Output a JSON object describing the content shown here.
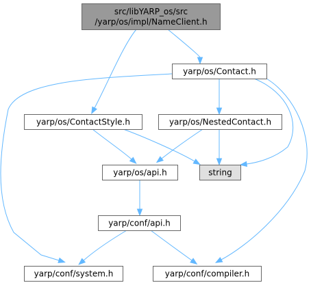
{
  "nodes": [
    {
      "id": "root",
      "lines": [
        "src/libYARP_os/src",
        "/yarp/os/impl/NameClient.h"
      ],
      "role": "focus"
    },
    {
      "id": "contact",
      "lines": [
        "yarp/os/Contact.h"
      ],
      "role": "normal"
    },
    {
      "id": "contactstyle",
      "lines": [
        "yarp/os/ContactStyle.h"
      ],
      "role": "normal"
    },
    {
      "id": "nestedcontact",
      "lines": [
        "yarp/os/NestedContact.h"
      ],
      "role": "normal"
    },
    {
      "id": "osapi",
      "lines": [
        "yarp/os/api.h"
      ],
      "role": "normal"
    },
    {
      "id": "string",
      "lines": [
        "string"
      ],
      "role": "external"
    },
    {
      "id": "confapi",
      "lines": [
        "yarp/conf/api.h"
      ],
      "role": "normal"
    },
    {
      "id": "system",
      "lines": [
        "yarp/conf/system.h"
      ],
      "role": "normal"
    },
    {
      "id": "compiler",
      "lines": [
        "yarp/conf/compiler.h"
      ],
      "role": "normal"
    }
  ],
  "edges": [
    {
      "from": "root",
      "to": "contact"
    },
    {
      "from": "root",
      "to": "contactstyle"
    },
    {
      "from": "contact",
      "to": "system"
    },
    {
      "from": "contact",
      "to": "nestedcontact"
    },
    {
      "from": "contact",
      "to": "string"
    },
    {
      "from": "contact",
      "to": "compiler"
    },
    {
      "from": "contactstyle",
      "to": "osapi"
    },
    {
      "from": "contactstyle",
      "to": "string"
    },
    {
      "from": "nestedcontact",
      "to": "osapi"
    },
    {
      "from": "nestedcontact",
      "to": "string"
    },
    {
      "from": "osapi",
      "to": "confapi"
    },
    {
      "from": "confapi",
      "to": "system"
    },
    {
      "from": "confapi",
      "to": "compiler"
    }
  ],
  "colors": {
    "focus_fill": "#999999",
    "external_fill": "#e0e0e0",
    "normal_fill": "#ffffff",
    "border": "#666666",
    "edge": "#63b8ff"
  }
}
